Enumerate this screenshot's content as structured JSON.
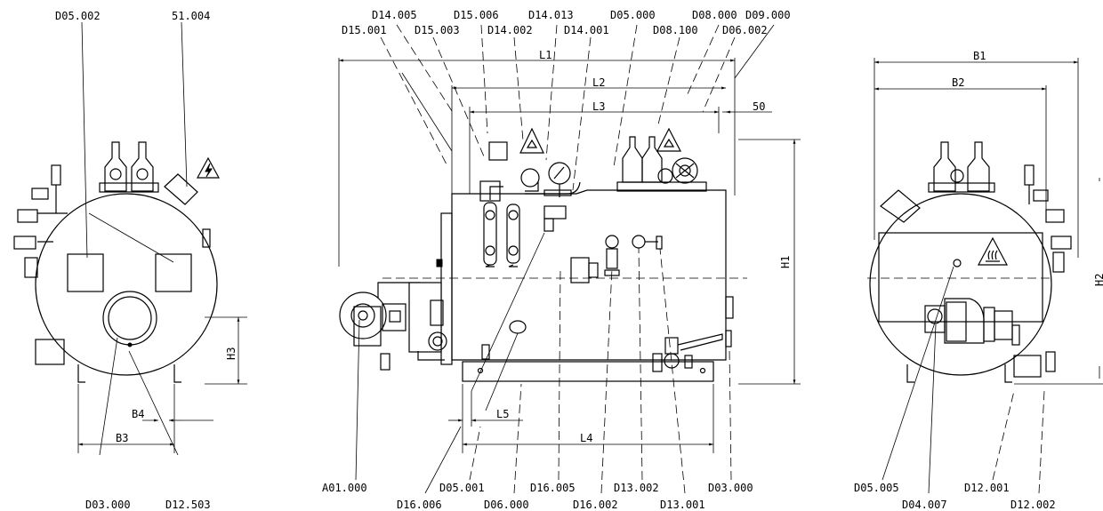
{
  "labels": {
    "left_view": {
      "top": [
        "D05.002",
        "51.004"
      ],
      "bottom": [
        "D03.000",
        "D12.503"
      ],
      "dims": [
        "B4",
        "B3",
        "H3"
      ]
    },
    "front_view": {
      "top_row1": [
        "D14.005",
        "D15.006",
        "D14.013",
        "D05.000",
        "D08.000",
        "D09.000"
      ],
      "top_row2": [
        "D15.001",
        "D15.003",
        "D14.002",
        "D14.001",
        "D08.100",
        "D06.002"
      ],
      "bottom_row1": [
        "A01.000",
        "D05.001",
        "D16.005",
        "D13.002",
        "D03.000"
      ],
      "bottom_row2": [
        "D16.006",
        "D06.000",
        "D16.002",
        "D13.001"
      ],
      "dims": [
        "L1",
        "L2",
        "L3",
        "50",
        "H1",
        "L5",
        "L4"
      ]
    },
    "right_view": {
      "dims": [
        "B1",
        "B2",
        "H2"
      ],
      "bottom_row1": [
        "D05.005",
        "D12.001"
      ],
      "bottom_row2": [
        "D04.007",
        "D12.002"
      ]
    }
  }
}
